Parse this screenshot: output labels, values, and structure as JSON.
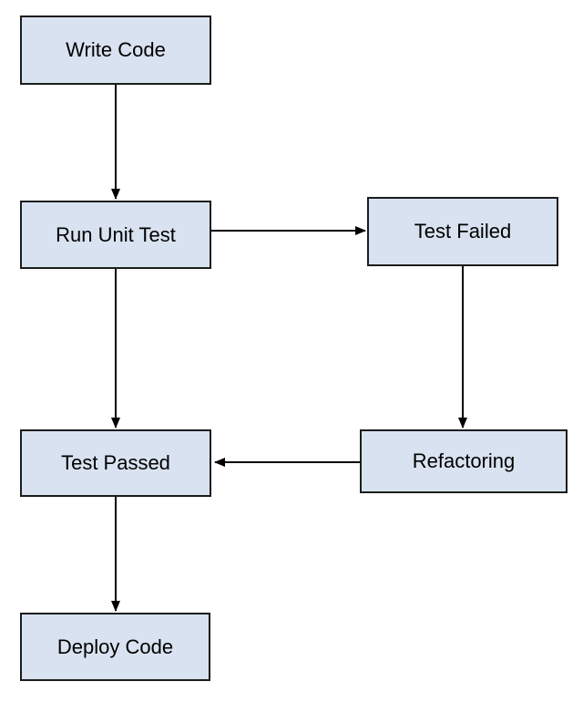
{
  "diagram": {
    "type": "flowchart",
    "colors": {
      "background": "#ffffff",
      "node_fill": "#d9e2f0",
      "node_border": "#1c1c1c",
      "arrow": "#000000",
      "text": "#000000"
    },
    "nodes": [
      {
        "id": "write-code",
        "label": "Write Code"
      },
      {
        "id": "run-unit-test",
        "label": "Run Unit Test"
      },
      {
        "id": "test-failed",
        "label": "Test Failed"
      },
      {
        "id": "test-passed",
        "label": "Test Passed"
      },
      {
        "id": "refactoring",
        "label": "Refactoring"
      },
      {
        "id": "deploy-code",
        "label": "Deploy Code"
      }
    ],
    "edges": [
      {
        "from": "write-code",
        "to": "run-unit-test"
      },
      {
        "from": "run-unit-test",
        "to": "test-failed"
      },
      {
        "from": "run-unit-test",
        "to": "test-passed"
      },
      {
        "from": "test-failed",
        "to": "refactoring"
      },
      {
        "from": "refactoring",
        "to": "test-passed"
      },
      {
        "from": "test-passed",
        "to": "deploy-code"
      }
    ]
  }
}
